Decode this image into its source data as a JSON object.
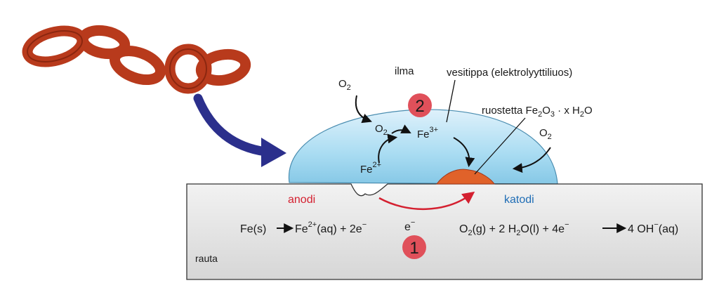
{
  "labels": {
    "air": "ilma",
    "droplet": "vesitippa (elektrolyyttiliuos)",
    "rust": "ruostetta",
    "rust_formula": {
      "fe": "Fe",
      "fe_sub": "2",
      "o": "O",
      "o_sub": "3",
      "rest": " · x H",
      "h_sub": "2",
      "tail": "O"
    },
    "anode": "anodi",
    "cathode": "katodi",
    "iron": "rauta",
    "electron": "e",
    "electron_sup": "−"
  },
  "species": {
    "o2_main": "O",
    "o2_sub": "2",
    "fe3": "Fe",
    "fe3_sup": "3+",
    "fe2": "Fe",
    "fe2_sup": "2+"
  },
  "equations": {
    "anode": {
      "a": "Fe(s)",
      "b": "Fe",
      "b_sup": "2+",
      "c": "(aq) + 2e",
      "c_sup": "−"
    },
    "cathode": {
      "a": "O",
      "a_sub": "2",
      "b": "(g) + 2 H",
      "b_sub": "2",
      "c": "O(l) + 4e",
      "c_sup": "−",
      "d": "4 OH",
      "d_sup": "−",
      "e": "(aq)"
    }
  },
  "markers": {
    "step1": "1",
    "step2": "2"
  },
  "colors": {
    "anode": "#d42030",
    "cathode": "#1f6db5",
    "marker": "#e0505a",
    "chain": "#b83a1c",
    "arrow_blue": "#2b2f8c",
    "rust": "#e0622a"
  }
}
